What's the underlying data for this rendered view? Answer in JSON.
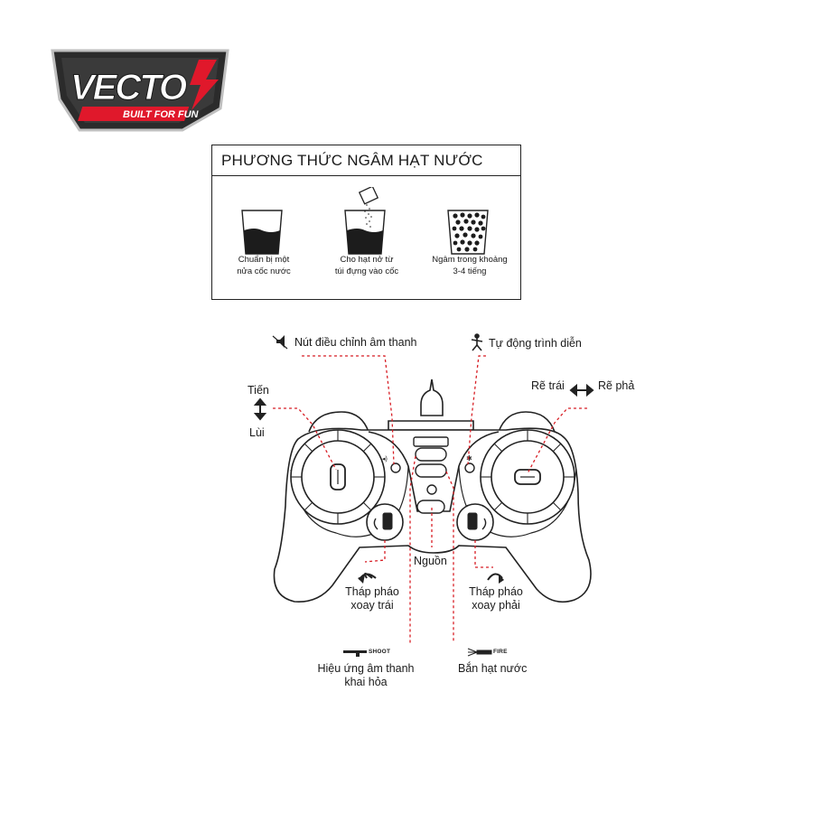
{
  "brand": {
    "logo_text": "VECTO",
    "slogan": "BUILT FOR FUN",
    "colors": {
      "red": "#e0182b",
      "dark": "#2b2b2b",
      "silver": "#cfcfcf"
    }
  },
  "soak_method": {
    "title": "PHƯƠNG THỨC NGÂM HẠT NƯỚC",
    "steps": [
      {
        "icon": "half-water-cup-icon",
        "caption": "Chuẩn bị một\nnửa cốc nước"
      },
      {
        "icon": "pour-beads-cup-icon",
        "caption": "Cho hạt nở từ\ntúi đựng vào cốc"
      },
      {
        "icon": "soaked-beads-cup-icon",
        "caption": "Ngâm trong khoảng\n3-4 tiếng"
      }
    ]
  },
  "controller": {
    "labels": {
      "volume": "Nút điều chỉnh âm thanh",
      "demo": "Tự động trình diễn",
      "forward": "Tiến",
      "backward": "Lùi",
      "turn_left": "Rẽ trái",
      "turn_right": "Rẽ phả",
      "power": "Nguồn",
      "turret_left": "Tháp pháo\nxoay trái",
      "turret_right": "Tháp pháo\nxoay phải",
      "sound_effect": "Hiệu ứng âm thanh\nkhai hỏa",
      "shoot_water": "Bắn hạt nước",
      "shoot_tag": "SHOOT",
      "fire_tag": "FIRE"
    },
    "callout_color": "#d81f26"
  }
}
